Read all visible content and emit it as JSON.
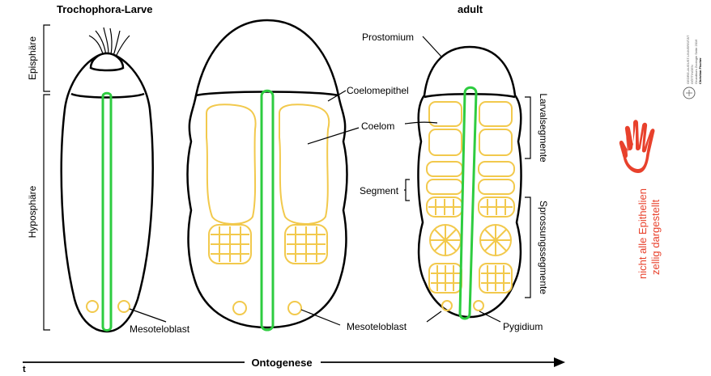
{
  "titles": {
    "larva": "Trochophora-Larve",
    "adult": "adult"
  },
  "labels": {
    "episphaere": "Episphäre",
    "hyposphaere": "Hyposphäre",
    "mesoteloblast_1": "Mesoteloblast",
    "mesoteloblast_2": "Mesoteloblast",
    "coelomepithel": "Coelomepithel",
    "coelom": "Coelom",
    "prostomium": "Prostomium",
    "segment": "Segment",
    "pygidium": "Pygidium",
    "larvalsegmente": "Larvalsegmente",
    "sprossungssegmente": "Sprossungssegmente"
  },
  "axis": {
    "label": "Ontogenese",
    "t": "t"
  },
  "note": {
    "line1": "nicht alle Epithelien",
    "line2": "zellig dargestellt"
  },
  "logo": {
    "line1": "GEORG-AUGUST-UNIVERSITÄT",
    "line2": "GÖTTINGEN",
    "line3": "Grundkurs Zoologie Seite 2016",
    "line4": "Christian Fischer"
  },
  "colors": {
    "gut": "#2ecc40",
    "coelom": "#f2c94c",
    "note": "#e8412c"
  }
}
